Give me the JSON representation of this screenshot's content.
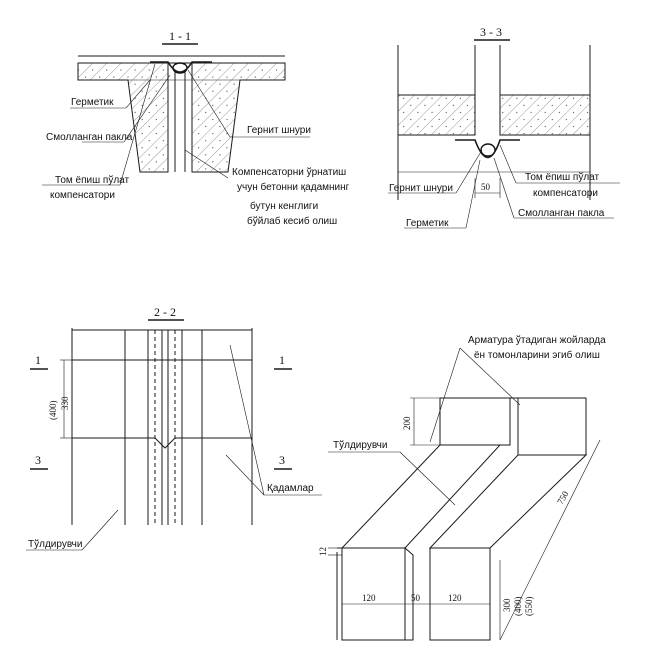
{
  "section_1_1": {
    "title": "1 - 1",
    "labels": {
      "sealant": "Герметик",
      "tarred_tow": "Смолланган пакла",
      "roof_comp_1": "Том ёпиш пўлат",
      "roof_comp_2": "компенсатори",
      "gernit_cord": "Гернит шнури",
      "note_1": "Компенсаторни ўрнатиш",
      "note_2": "учун бетонни қадамнинг",
      "note_3": "бутун кенглиги",
      "note_4": "бўйлаб кесиб олиш"
    }
  },
  "section_3_3": {
    "title": "3 - 3",
    "labels": {
      "gernit_cord": "Гернит шнури",
      "roof_comp_1": "Том ёпиш пўлат",
      "roof_comp_2": "компенсатори",
      "sealant": "Герметик",
      "tarred_tow": "Смолланган пакла"
    },
    "dim_50": "50"
  },
  "section_2_2": {
    "title": "2 - 2",
    "marks": {
      "m1_left": "1",
      "m1_right": "1",
      "m3_left": "3",
      "m3_right": "3"
    },
    "dims": {
      "d400": "(400)",
      "d330": "330"
    },
    "labels": {
      "steps": "Қадамлар",
      "filler": "Тўлдирувчи"
    }
  },
  "isometric": {
    "labels": {
      "rebar_1": "Арматура ўтадиган жойларда",
      "rebar_2": "ён томонларини эгиб олиш",
      "filler": "Тўлдирувчи"
    },
    "dims": {
      "d200": "200",
      "d750": "750",
      "d12": "12",
      "d120a": "120",
      "d50": "50",
      "d120b": "120",
      "d300": "300",
      "d400": "(400)",
      "d550": "(550)"
    }
  }
}
